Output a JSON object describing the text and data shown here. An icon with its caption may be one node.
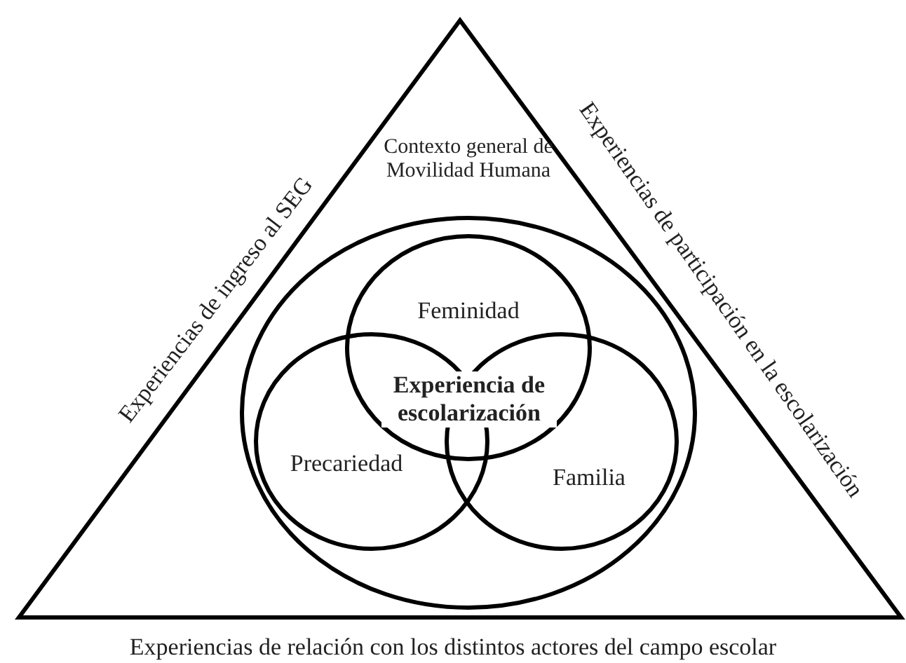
{
  "diagram": {
    "nodes": [
      {
        "text": [],
        "shape": "triangle",
        "beside": [
          "Experiencias de ingreso al SEG",
          "Experiencias de participación en la escolarización",
          "Experiencias de relación con los distintos actores del campo escolar"
        ]
      },
      {
        "text": [
          "Contexto general de Movilidad Humana"
        ],
        "in": 0
      },
      {
        "text": [
          "Feminidad"
        ],
        "in": 1
      },
      {
        "text": [
          "Precariedad"
        ],
        "in": 1
      },
      {
        "text": [
          "Familia"
        ],
        "in": 1
      }
    ],
    "edges": [],
    "labels": [
      "**Experiencia de escolarización**"
    ]
  }
}
